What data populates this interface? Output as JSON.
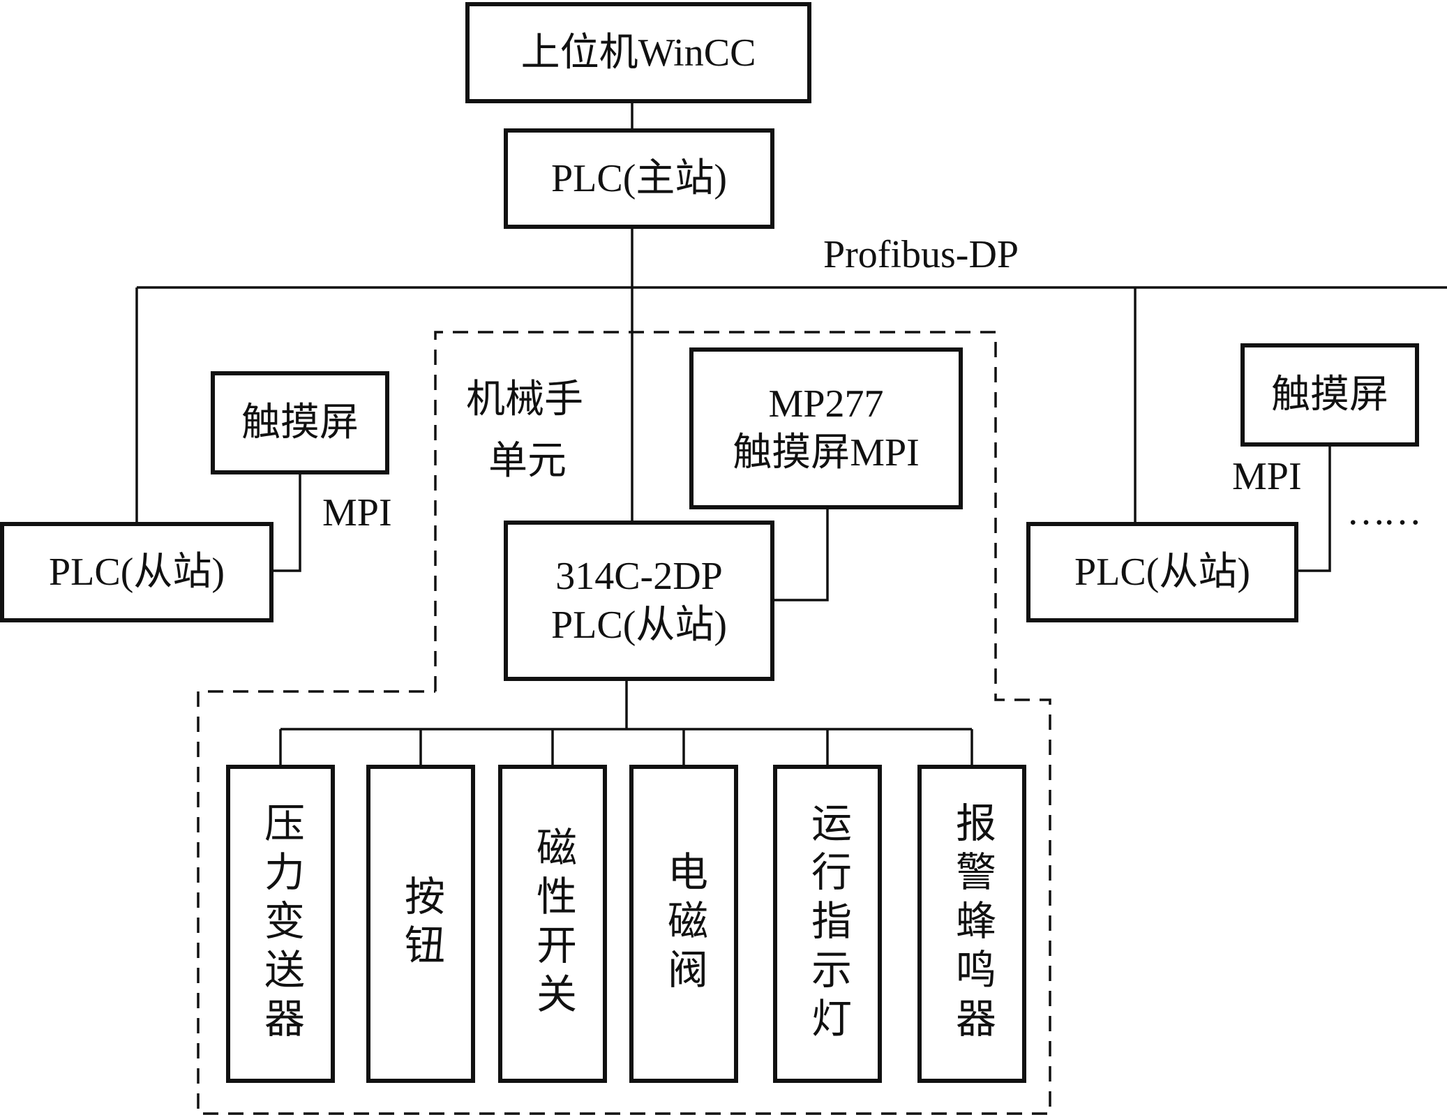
{
  "top": {
    "wincc": "上位机WinCC",
    "master": "PLC(主站)"
  },
  "bus": {
    "label": "Profibus-DP"
  },
  "left": {
    "plc": "PLC(从站)",
    "touch": "触摸屏",
    "mpi": "MPI"
  },
  "right": {
    "plc": "PLC(从站)",
    "touch": "触摸屏",
    "mpi": "MPI",
    "ellipsis": "……"
  },
  "unit": {
    "title_line1": "机械手",
    "title_line2": "单元",
    "hmi_line1": "MP277",
    "hmi_line2": "触摸屏MPI",
    "plc_line1": "314C-2DP",
    "plc_line2": "PLC(从站)"
  },
  "devices": [
    {
      "label": "压力变送器"
    },
    {
      "label": "按钮"
    },
    {
      "label": "磁性开关"
    },
    {
      "label": "电磁阀"
    },
    {
      "label": "运行指示灯"
    },
    {
      "label": "报警蜂鸣器"
    }
  ]
}
